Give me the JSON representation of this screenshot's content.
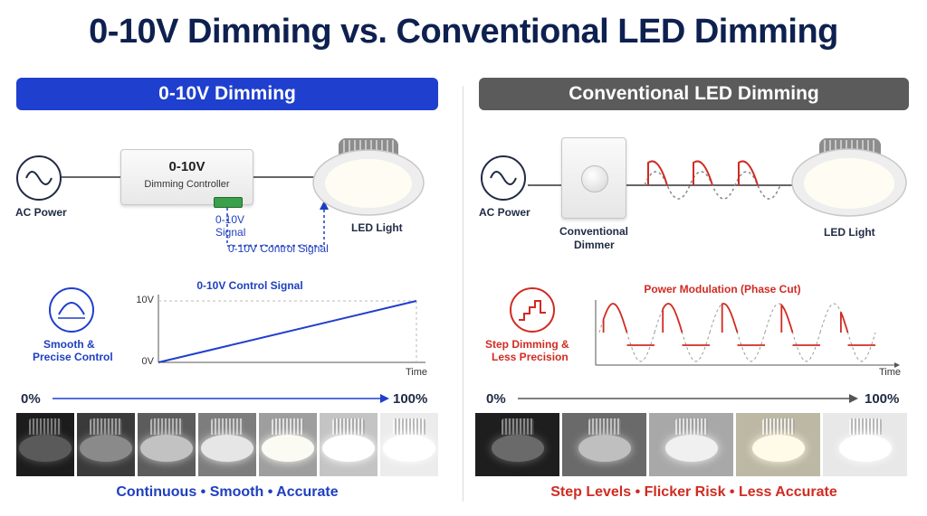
{
  "title": "0-10V Dimming vs. Conventional LED Dimming",
  "left": {
    "banner": "0-10V Dimming",
    "ac_power": "AC Power",
    "controller_title": "0-10V",
    "controller_subtitle": "Dimming Controller",
    "signal_label_line1": "0-10V",
    "signal_label_line2": "Signal",
    "control_signal_label": "0-10V Control Signal",
    "led_light": "LED Light",
    "feature_line1": "Smooth &",
    "feature_line2": "Precise Control",
    "scale_start": "0%",
    "scale_end": "100%",
    "footer": "Continuous • Smooth • Accurate",
    "accent_color": "#1f3fce",
    "tiles": [
      {
        "bg": "#1c1c1c",
        "fins": "#3a3a3a",
        "disc": "#5a5a5a"
      },
      {
        "bg": "#3a3a3a",
        "fins": "#6a6a6a",
        "disc": "#8a8a8a"
      },
      {
        "bg": "#5c5c5c",
        "fins": "#8e8e8e",
        "disc": "#c2c2c2"
      },
      {
        "bg": "#7d7d7d",
        "fins": "#b0b0b0",
        "disc": "#e6e6e6"
      },
      {
        "bg": "#9e9e9e",
        "fins": "#cfcfcf",
        "disc": "#fbfbf4"
      },
      {
        "bg": "#c4c4c4",
        "fins": "#e2e2e2",
        "disc": "#ffffff"
      },
      {
        "bg": "#ececec",
        "fins": "#f7f7f7",
        "disc": "#ffffff"
      }
    ]
  },
  "right": {
    "banner": "Conventional LED Dimming",
    "ac_power": "AC Power",
    "dimmer_line1": "Conventional",
    "dimmer_line2": "Dimmer",
    "led_light": "LED Light",
    "feature_line1": "Step Dimming &",
    "feature_line2": "Less Precision",
    "scale_start": "0%",
    "scale_end": "100%",
    "footer": "Step Levels • Flicker Risk • Less Accurate",
    "accent_color": "#d02b22",
    "tiles": [
      {
        "bg": "#1e1e1e",
        "fins": "#4a4a4a",
        "disc": "#6a6a6a"
      },
      {
        "bg": "#6a6a6a",
        "fins": "#a0a0a0",
        "disc": "#bfbfbf"
      },
      {
        "bg": "#a8a8a8",
        "fins": "#d4d4d4",
        "disc": "#f0f0f0"
      },
      {
        "bg": "#bdb8a4",
        "fins": "#e6e2d4",
        "disc": "#fffbe8"
      },
      {
        "bg": "#e8e8e8",
        "fins": "#f4f4f4",
        "disc": "#ffffff"
      }
    ]
  },
  "chart_data": [
    {
      "type": "line",
      "title": "0-10V Control Signal",
      "xlabel": "Time",
      "ylabel": "",
      "y_tick_labels": [
        "0V",
        "10V"
      ],
      "series": [
        {
          "x": [
            0,
            1
          ],
          "y": [
            0,
            10
          ]
        }
      ],
      "ylim": [
        0,
        10
      ],
      "color": "#1f3fce"
    },
    {
      "type": "line",
      "title": "Power Modulation (Phase Cut)",
      "xlabel": "Time",
      "ylabel": "",
      "cycles": 5,
      "cut_fraction": [
        0.15,
        0.3,
        0.45,
        0.6,
        0.75
      ],
      "color": "#d02b22"
    }
  ]
}
